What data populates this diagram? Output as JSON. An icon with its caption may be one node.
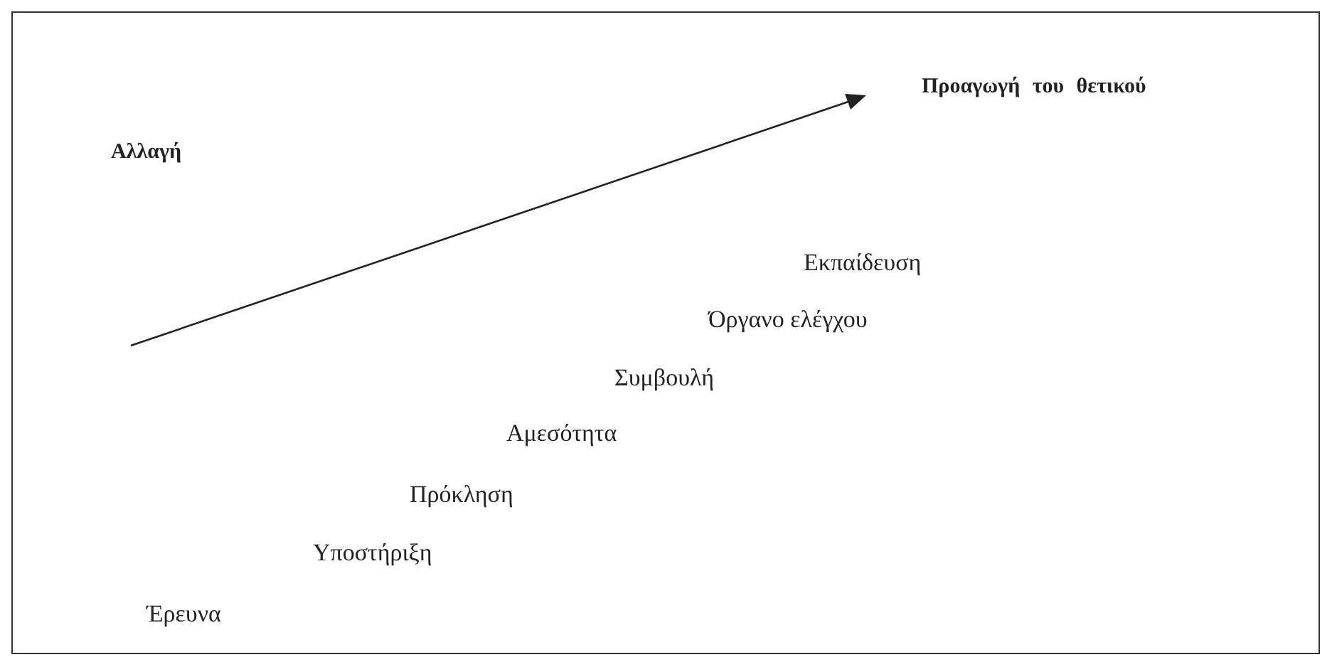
{
  "diagram": {
    "labels": [
      "Προαγωγή του θετικού",
      "Αλλαγή",
      "Εκπαίδευση",
      "Όργανο ελέγχου",
      "Συμβουλή",
      "Αμεσότητα",
      "Πρόκληση",
      "Υποστήριξη",
      "Έρευνα"
    ]
  }
}
